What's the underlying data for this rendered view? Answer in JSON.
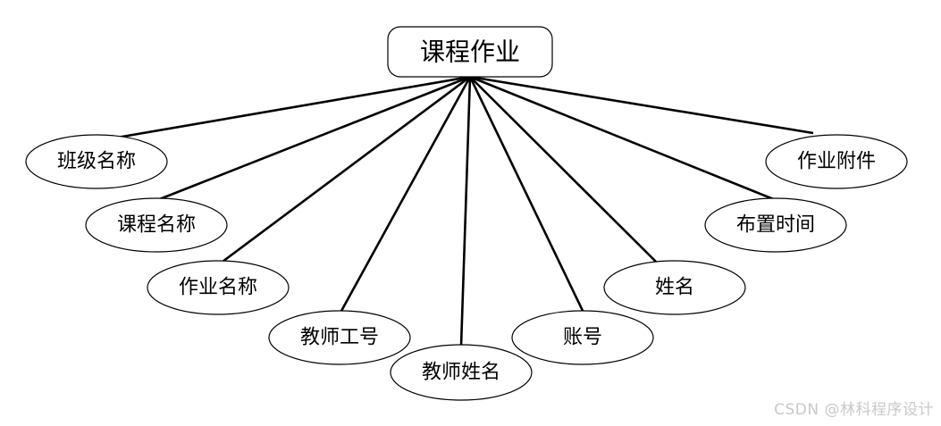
{
  "entity": {
    "label": "课程作业"
  },
  "attributes": [
    {
      "id": "class-name",
      "label": "班级名称"
    },
    {
      "id": "course-name",
      "label": "课程名称"
    },
    {
      "id": "homework-name",
      "label": "作业名称"
    },
    {
      "id": "teacher-id",
      "label": "教师工号"
    },
    {
      "id": "teacher-name",
      "label": "教师姓名"
    },
    {
      "id": "account",
      "label": "账号"
    },
    {
      "id": "name",
      "label": "姓名"
    },
    {
      "id": "assign-time",
      "label": "布置时间"
    },
    {
      "id": "homework-attachment",
      "label": "作业附件"
    }
  ],
  "watermark": "CSDN @林科程序设计"
}
